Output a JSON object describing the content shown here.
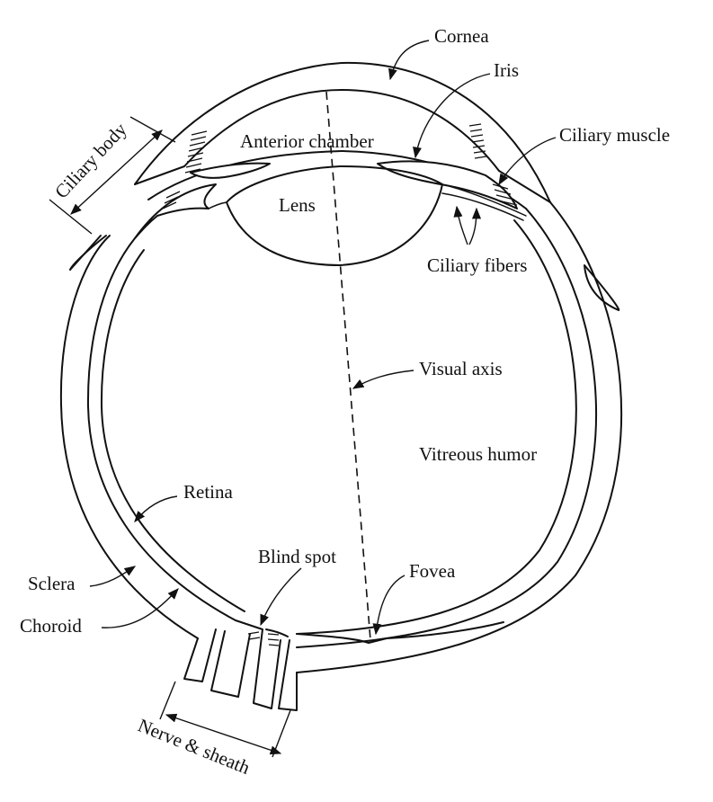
{
  "labels": {
    "cornea": "Cornea",
    "iris": "Iris",
    "ciliary_body": "Ciliary body",
    "ciliary_muscle": "Ciliary muscle",
    "anterior_chamber": "Anterior chamber",
    "lens": "Lens",
    "ciliary_fibers": "Ciliary fibers",
    "visual_axis": "Visual axis",
    "vitreous_humor": "Vitreous humor",
    "retina": "Retina",
    "blind_spot": "Blind spot",
    "fovea": "Fovea",
    "sclera": "Sclera",
    "choroid": "Choroid",
    "nerve_sheath": "Nerve & sheath"
  }
}
